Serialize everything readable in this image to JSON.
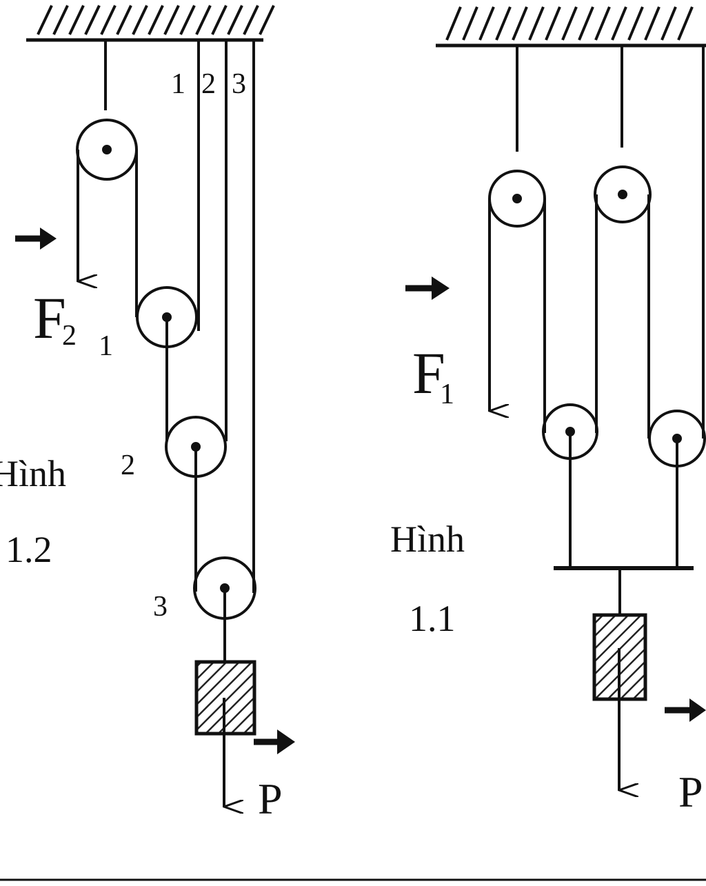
{
  "figure_left": {
    "caption_word": "Hình",
    "caption_number": "1.2",
    "force_label": "F",
    "force_subscript": "2",
    "weight_label": "P",
    "rope_labels": [
      "1",
      "2",
      "3"
    ],
    "pulley_labels": [
      "1",
      "2",
      "3"
    ]
  },
  "figure_right": {
    "caption_word": "Hình",
    "caption_number": "1.1",
    "force_label": "F",
    "force_subscript": "1",
    "weight_label": "P"
  }
}
